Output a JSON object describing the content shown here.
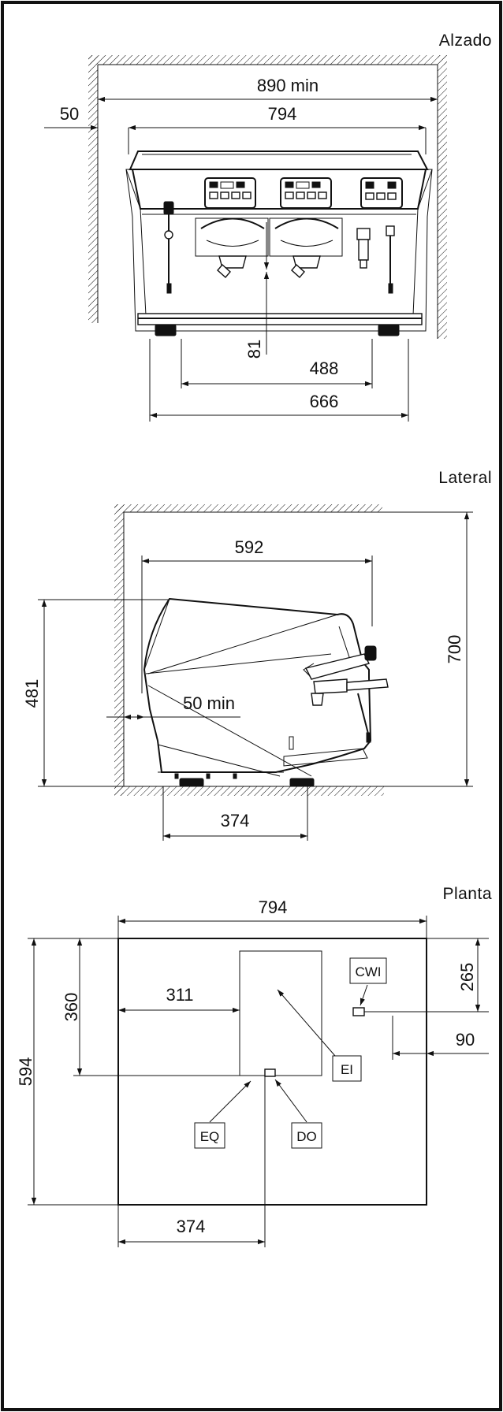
{
  "views": {
    "front": {
      "title": "Alzado",
      "dims": {
        "width_min": "890 min",
        "side_gap": "50",
        "machine_width": "794",
        "height_gap": "81",
        "feet_inner": "488",
        "feet_outer": "666"
      }
    },
    "side": {
      "title": "Lateral",
      "dims": {
        "depth": "592",
        "height_total": "700",
        "height_body": "481",
        "back_gap": "50 min",
        "feet_span": "374"
      }
    },
    "plan": {
      "title": "Planta",
      "dims": {
        "width": "794",
        "depth": "594",
        "box_depth": "360",
        "box_offset": "311",
        "cwi_offset_y": "265",
        "cwi_offset_x": "90",
        "drain_offset": "374"
      },
      "labels": {
        "cwi": "CWI",
        "ei": "EI",
        "eq": "EQ",
        "do": "DO"
      }
    }
  }
}
